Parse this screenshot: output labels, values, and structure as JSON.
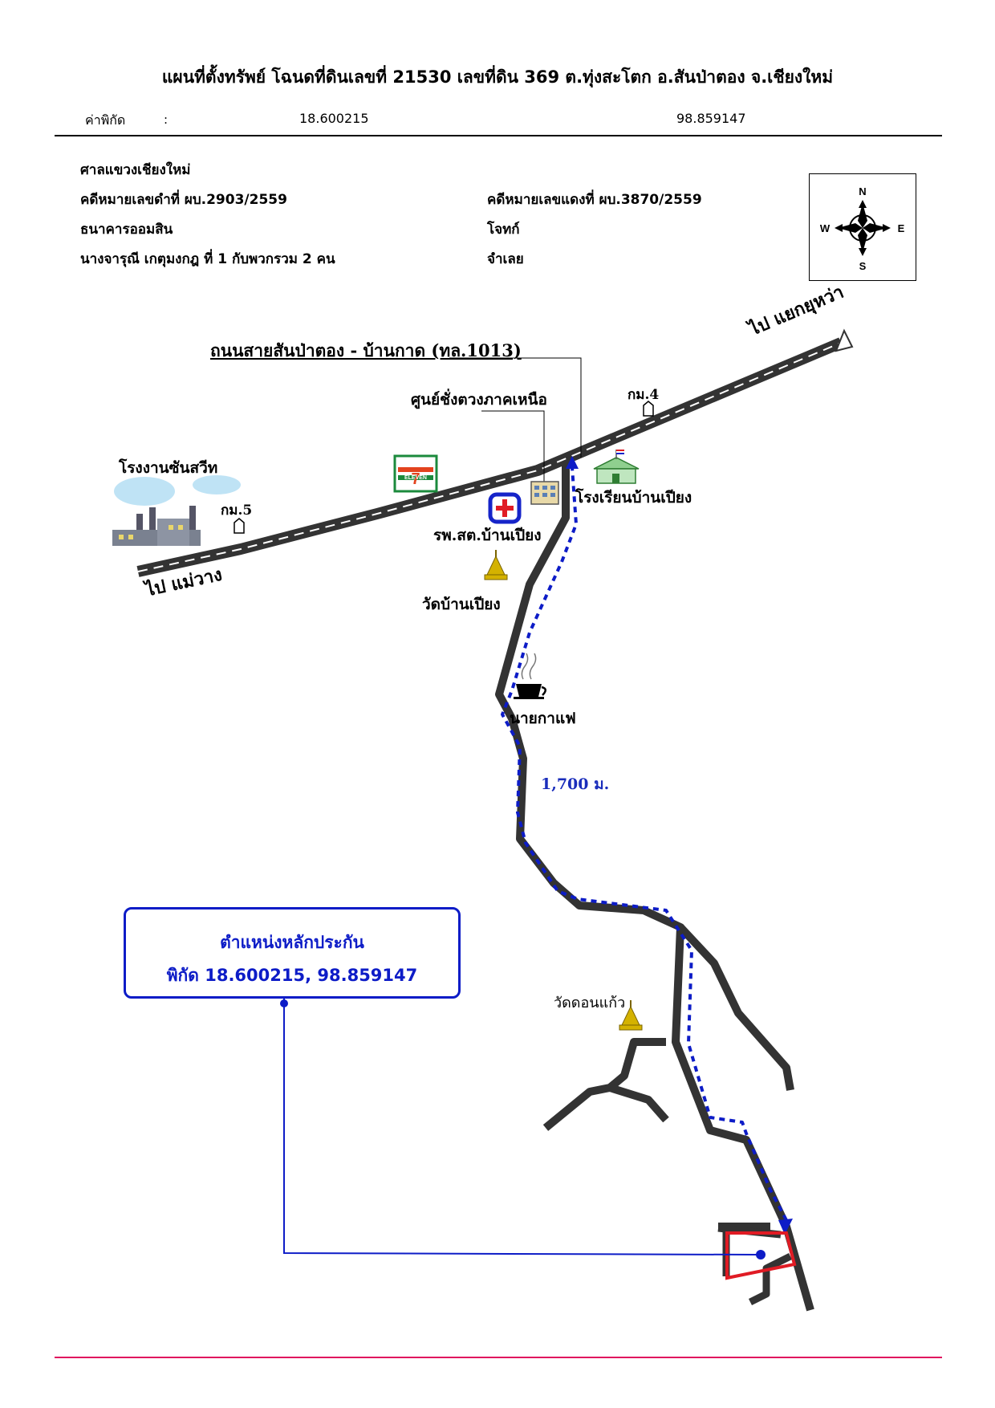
{
  "header": {
    "title": "แผนที่ตั้งทรัพย์ โฉนดที่ดินเลขที่ 21530 เลขที่ดิน  369  ต.ทุ่งสะโตก อ.สันป่าตอง จ.เชียงใหม่",
    "coord_label": "ค่าพิกัด",
    "coord_colon": ":",
    "latitude": "18.600215",
    "longitude": "98.859147"
  },
  "case_info": {
    "court": "ศาลแขวงเชียงใหม่",
    "black_case": "คดีหมายเลขดำที่ ผบ.2903/2559",
    "red_case": "คดีหมายเลขแดงที่ ผบ.3870/2559",
    "plaintiff": "ธนาคารออมสิน",
    "plaintiff_role": "โจทก์",
    "defendant": "นางจารุณี  เกตุมงกฎ ที่ 1 กับพวกรวม 2 คน",
    "defendant_role": "จำเลย"
  },
  "compass": {
    "n": "N",
    "s": "S",
    "e": "E",
    "w": "W"
  },
  "map": {
    "road_name": "ถนนสายสันป่าตอง - บ้านกาด (ทล.1013)",
    "to_yuwa": "ไป แยกยุหว่า",
    "to_maewang": "ไป แม่วาง",
    "weighing_center": "ศูนย์ชั่งตวงภาคเหนือ",
    "km4": "กม.4",
    "km5": "กม.5",
    "factory": "โรงงานซันสวีท",
    "school": "โรงเรียนบ้านเปียง",
    "hospital": "รพ.สต.บ้านเปียง",
    "temple1": "วัดบ้านเปียง",
    "coffee": "นายกาแฟ",
    "distance": "1,700 ม.",
    "temple2": "วัดดอนแก้ว",
    "seven_eleven": "ELEVEN"
  },
  "callout": {
    "title": "ตำแหน่งหลักประกัน",
    "coords": "พิกัด 18.600215, 98.859147"
  },
  "colors": {
    "road": "#333333",
    "route": "#0d1cc7",
    "plot": "#e01b24",
    "bottom_rule": "#e0115f"
  }
}
